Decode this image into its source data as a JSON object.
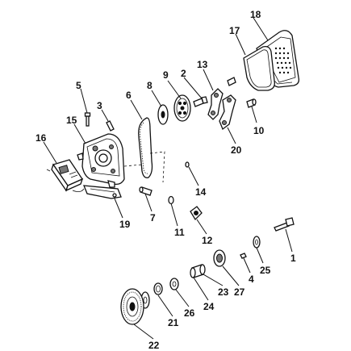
{
  "diagram": {
    "callouts": {
      "c1": "1",
      "c2": "2",
      "c4": "4",
      "c5": "5",
      "c6": "6",
      "c7": "7",
      "c8": "8",
      "c9": "9",
      "c10": "10",
      "c11": "11",
      "c12": "12",
      "c13": "13",
      "c14": "14",
      "c15": "15",
      "c16": "16",
      "c17": "17",
      "c18": "18",
      "c19": "19",
      "c20": "20",
      "c21": "21",
      "c22": "22",
      "c23": "23",
      "c24": "24",
      "c25": "25",
      "c26": "26",
      "c27": "27",
      "c3": "3"
    }
  }
}
